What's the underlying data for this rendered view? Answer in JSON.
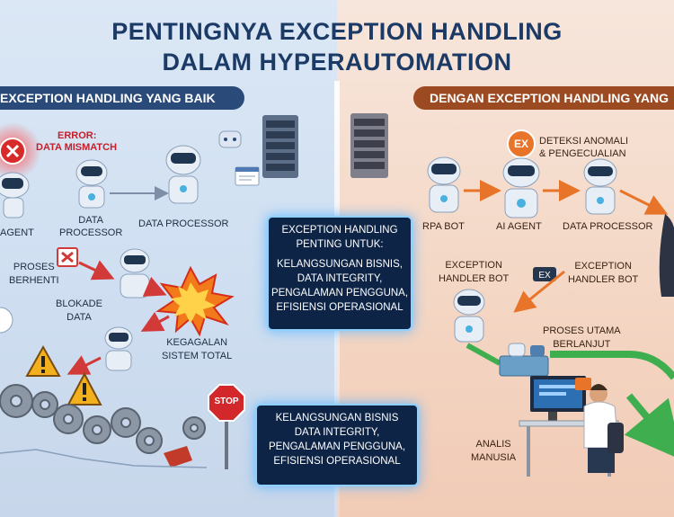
{
  "title": {
    "line1": "PENTINGNYA EXCEPTION HANDLING",
    "line2": "DALAM HYPERAUTOMATION"
  },
  "left_panel": {
    "banner": "EXCEPTION HANDLING YANG BAIK",
    "error_label": "ERROR:",
    "error_detail": "DATA MISMATCH",
    "agent_label": "AGENT",
    "data_processor_small": "DATA\nPROCESSOR",
    "data_processor": "DATA PROCESSOR",
    "proses_berhenti": "PROSES\nBERHENTI",
    "blokade_data": "BLOKADE\nDATA",
    "kegagalan": "KEGAGALAN\nSISTEM TOTAL",
    "stop_sign": "STOP"
  },
  "center": {
    "box1_heading": "EXCEPTION HANDLING\nPENTING UNTUK:",
    "box1_items": [
      "KELANGSUNGAN BISNIS,",
      "DATA INTEGRITY,",
      "PENGALAMAN PENGGUNA,",
      "EFISIENSI OPERASIONAL"
    ],
    "box2_items": [
      "KELANGSUNGAN BISNIS",
      "DATA INTEGRITY,",
      "PENGALAMAN PENGGUNA,",
      "EFISIENSI OPERASIONAL"
    ]
  },
  "right_panel": {
    "banner": "DENGAN EXCEPTION HANDLING YANG",
    "ex_badge": "EX",
    "deteksi": "DETEKSI ANOMALI\n& PENGECUALIAN",
    "rpa_bot": "RPA BOT",
    "ai_agent": "AI AGENT",
    "data_processor": "DATA PROCESSOR",
    "exception_handler_left": "EXCEPTION\nHANDLER BOT",
    "exception_handler_right": "EXCEPTION\nHANDLER BOT",
    "proses_utama": "PROSES UTAMA\nBERLANJUT",
    "analis": "ANALIS\nMANUSIA"
  },
  "colors": {
    "navy": "#1b3a66",
    "error_red": "#c41f2a",
    "orange_accent": "#e8742a",
    "green_flow": "#3fae4f"
  }
}
